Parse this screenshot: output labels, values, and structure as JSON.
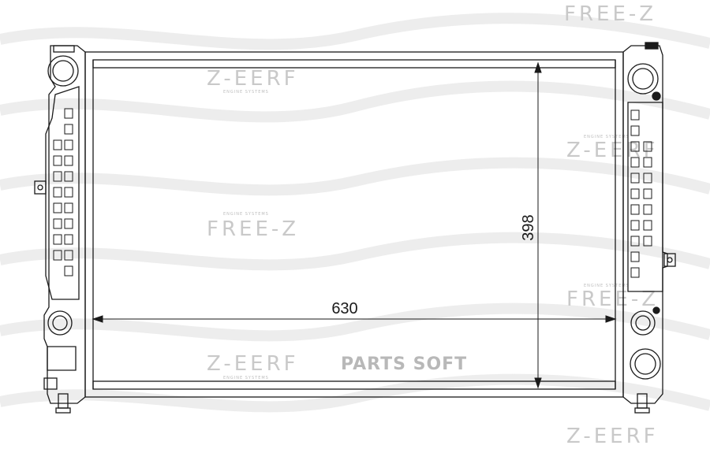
{
  "diagram": {
    "dimensions": {
      "width_label": "630",
      "height_label": "398"
    },
    "watermarks": {
      "brand": "FREE-Z",
      "brand_mirrored": "Z-EERF",
      "tagline": "ENGINE SYSTEMS"
    },
    "stamp": "PARTS SOFT",
    "colors": {
      "line": "#1a1a1a",
      "watermark": "#c9c9c9",
      "wave": "#e6e6e6"
    }
  }
}
